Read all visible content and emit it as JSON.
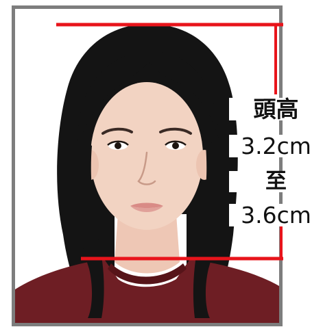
{
  "measurement_label": {
    "title": "頭高",
    "min": "3.2cm",
    "connector": "至",
    "max": "3.6cm"
  },
  "colors": {
    "frame": "#7d7d7d",
    "guide_lines": "#e8141b",
    "label_text": "#111111",
    "shirt": "#6e1e24",
    "hair": "#141414",
    "skin": "#f2d3c2"
  }
}
